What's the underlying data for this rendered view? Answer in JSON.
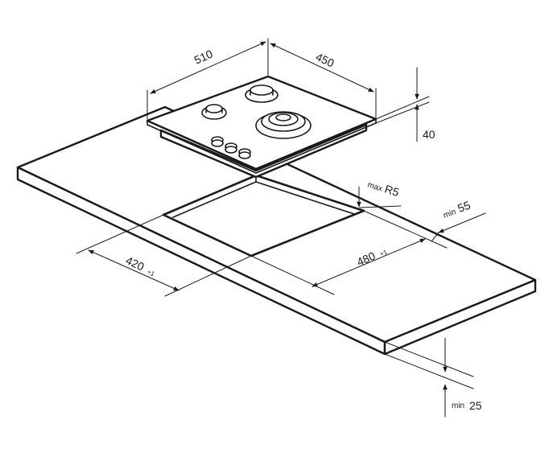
{
  "dimensions": {
    "hob_width": "510",
    "hob_depth": "450",
    "hob_height": "40",
    "cutout_depth": "420",
    "cutout_depth_tol": "+1",
    "cutout_width": "480",
    "cutout_width_tol": "+1",
    "corner_radius_prefix": "max",
    "corner_radius": "R5",
    "edge_distance_prefix": "min",
    "edge_distance": "55",
    "worktop_thickness_prefix": "min",
    "worktop_thickness": "25"
  },
  "colors": {
    "line": "#1a1a1a",
    "background": "#ffffff"
  }
}
